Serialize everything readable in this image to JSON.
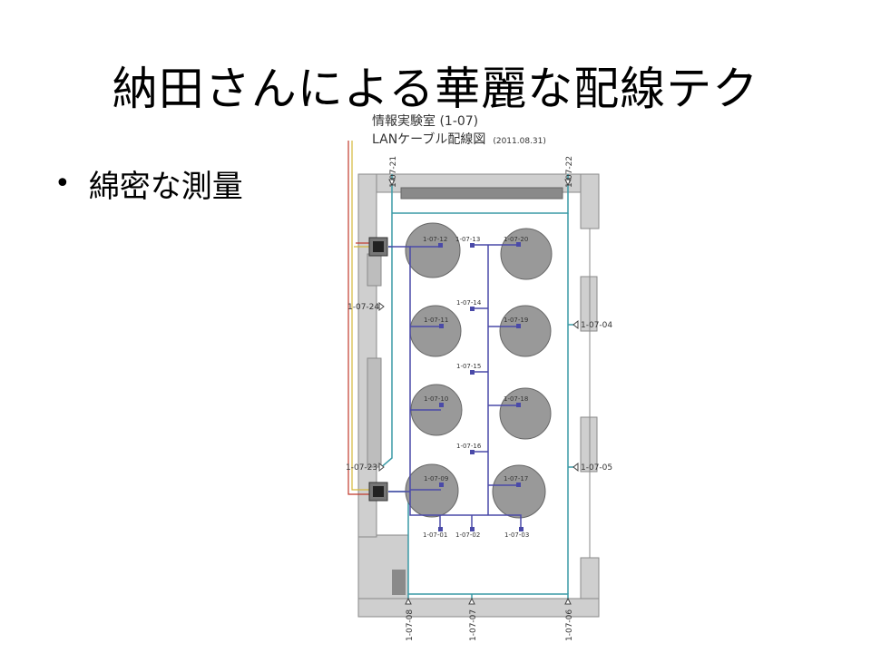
{
  "slide": {
    "title": "納田さんによる華麗な配線テク",
    "bullet": "綿密な測量"
  },
  "diagram": {
    "title_line1": "情報実験室 (1-07)",
    "title_line2": "LANケーブル配線図",
    "date": "(2011.08.31)",
    "outlets": {
      "o21": "1-07-21",
      "o22": "1-07-22",
      "o24": "1-07-24",
      "o23": "1-07-23",
      "o04": "1-07-04",
      "o05": "1-07-05",
      "o08": "1-07-08",
      "o07": "1-07-07",
      "o06": "1-07-06"
    },
    "desks": [
      {
        "label": "1-07-12"
      },
      {
        "label": "1-07-20"
      },
      {
        "label": "1-07-11"
      },
      {
        "label": "1-07-19"
      },
      {
        "label": "1-07-10"
      },
      {
        "label": "1-07-18"
      },
      {
        "label": "1-07-09"
      },
      {
        "label": "1-07-17"
      }
    ],
    "drops": {
      "d13": "1-07-13",
      "d14": "1-07-14",
      "d15": "1-07-15",
      "d16": "1-07-16",
      "d01": "1-07-01",
      "d02": "1-07-02",
      "d03": "1-07-03"
    },
    "colors": {
      "wall": "#cfcfcf",
      "wall_edge": "#8a8a8a",
      "desk": "#999999",
      "blue_cable": "#4a4aa8",
      "teal_cable": "#3a9aa6",
      "red_cable": "#c0392b",
      "yellow_cable": "#d4b83a"
    }
  }
}
